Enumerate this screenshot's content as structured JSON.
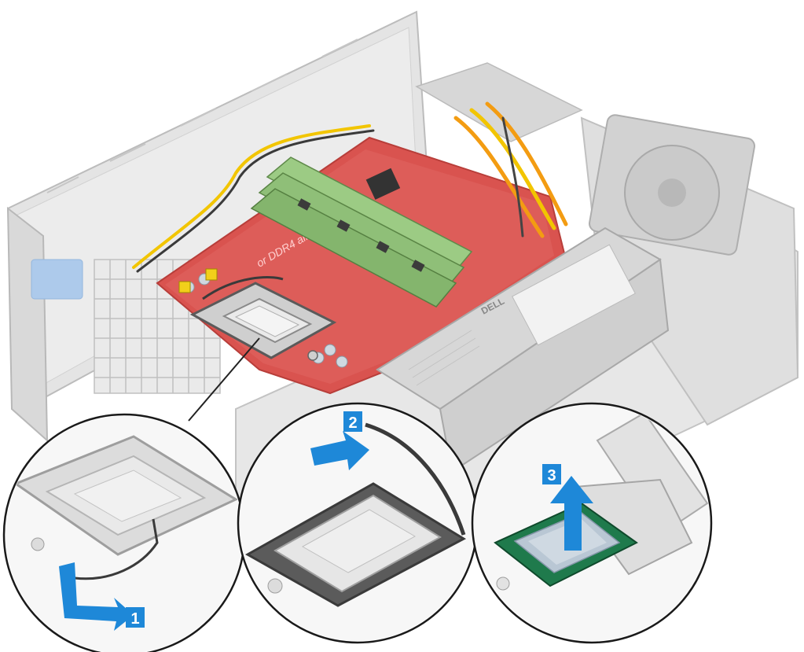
{
  "board_label": "or DDR4 ail.s",
  "psu_brand": "DELL",
  "steps": [
    {
      "number": "1"
    },
    {
      "number": "2"
    },
    {
      "number": "3"
    }
  ],
  "colors": {
    "motherboard": "#d9534f",
    "chassis": "#dcdcdc",
    "arrow": "#1e88d8",
    "ram": "#8fbf78",
    "cable_yellow": "#f2c500",
    "cable_orange": "#f39c12"
  },
  "icons": [
    "step-arrow-icon",
    "cpu-icon",
    "lever-icon",
    "socket-icon"
  ]
}
